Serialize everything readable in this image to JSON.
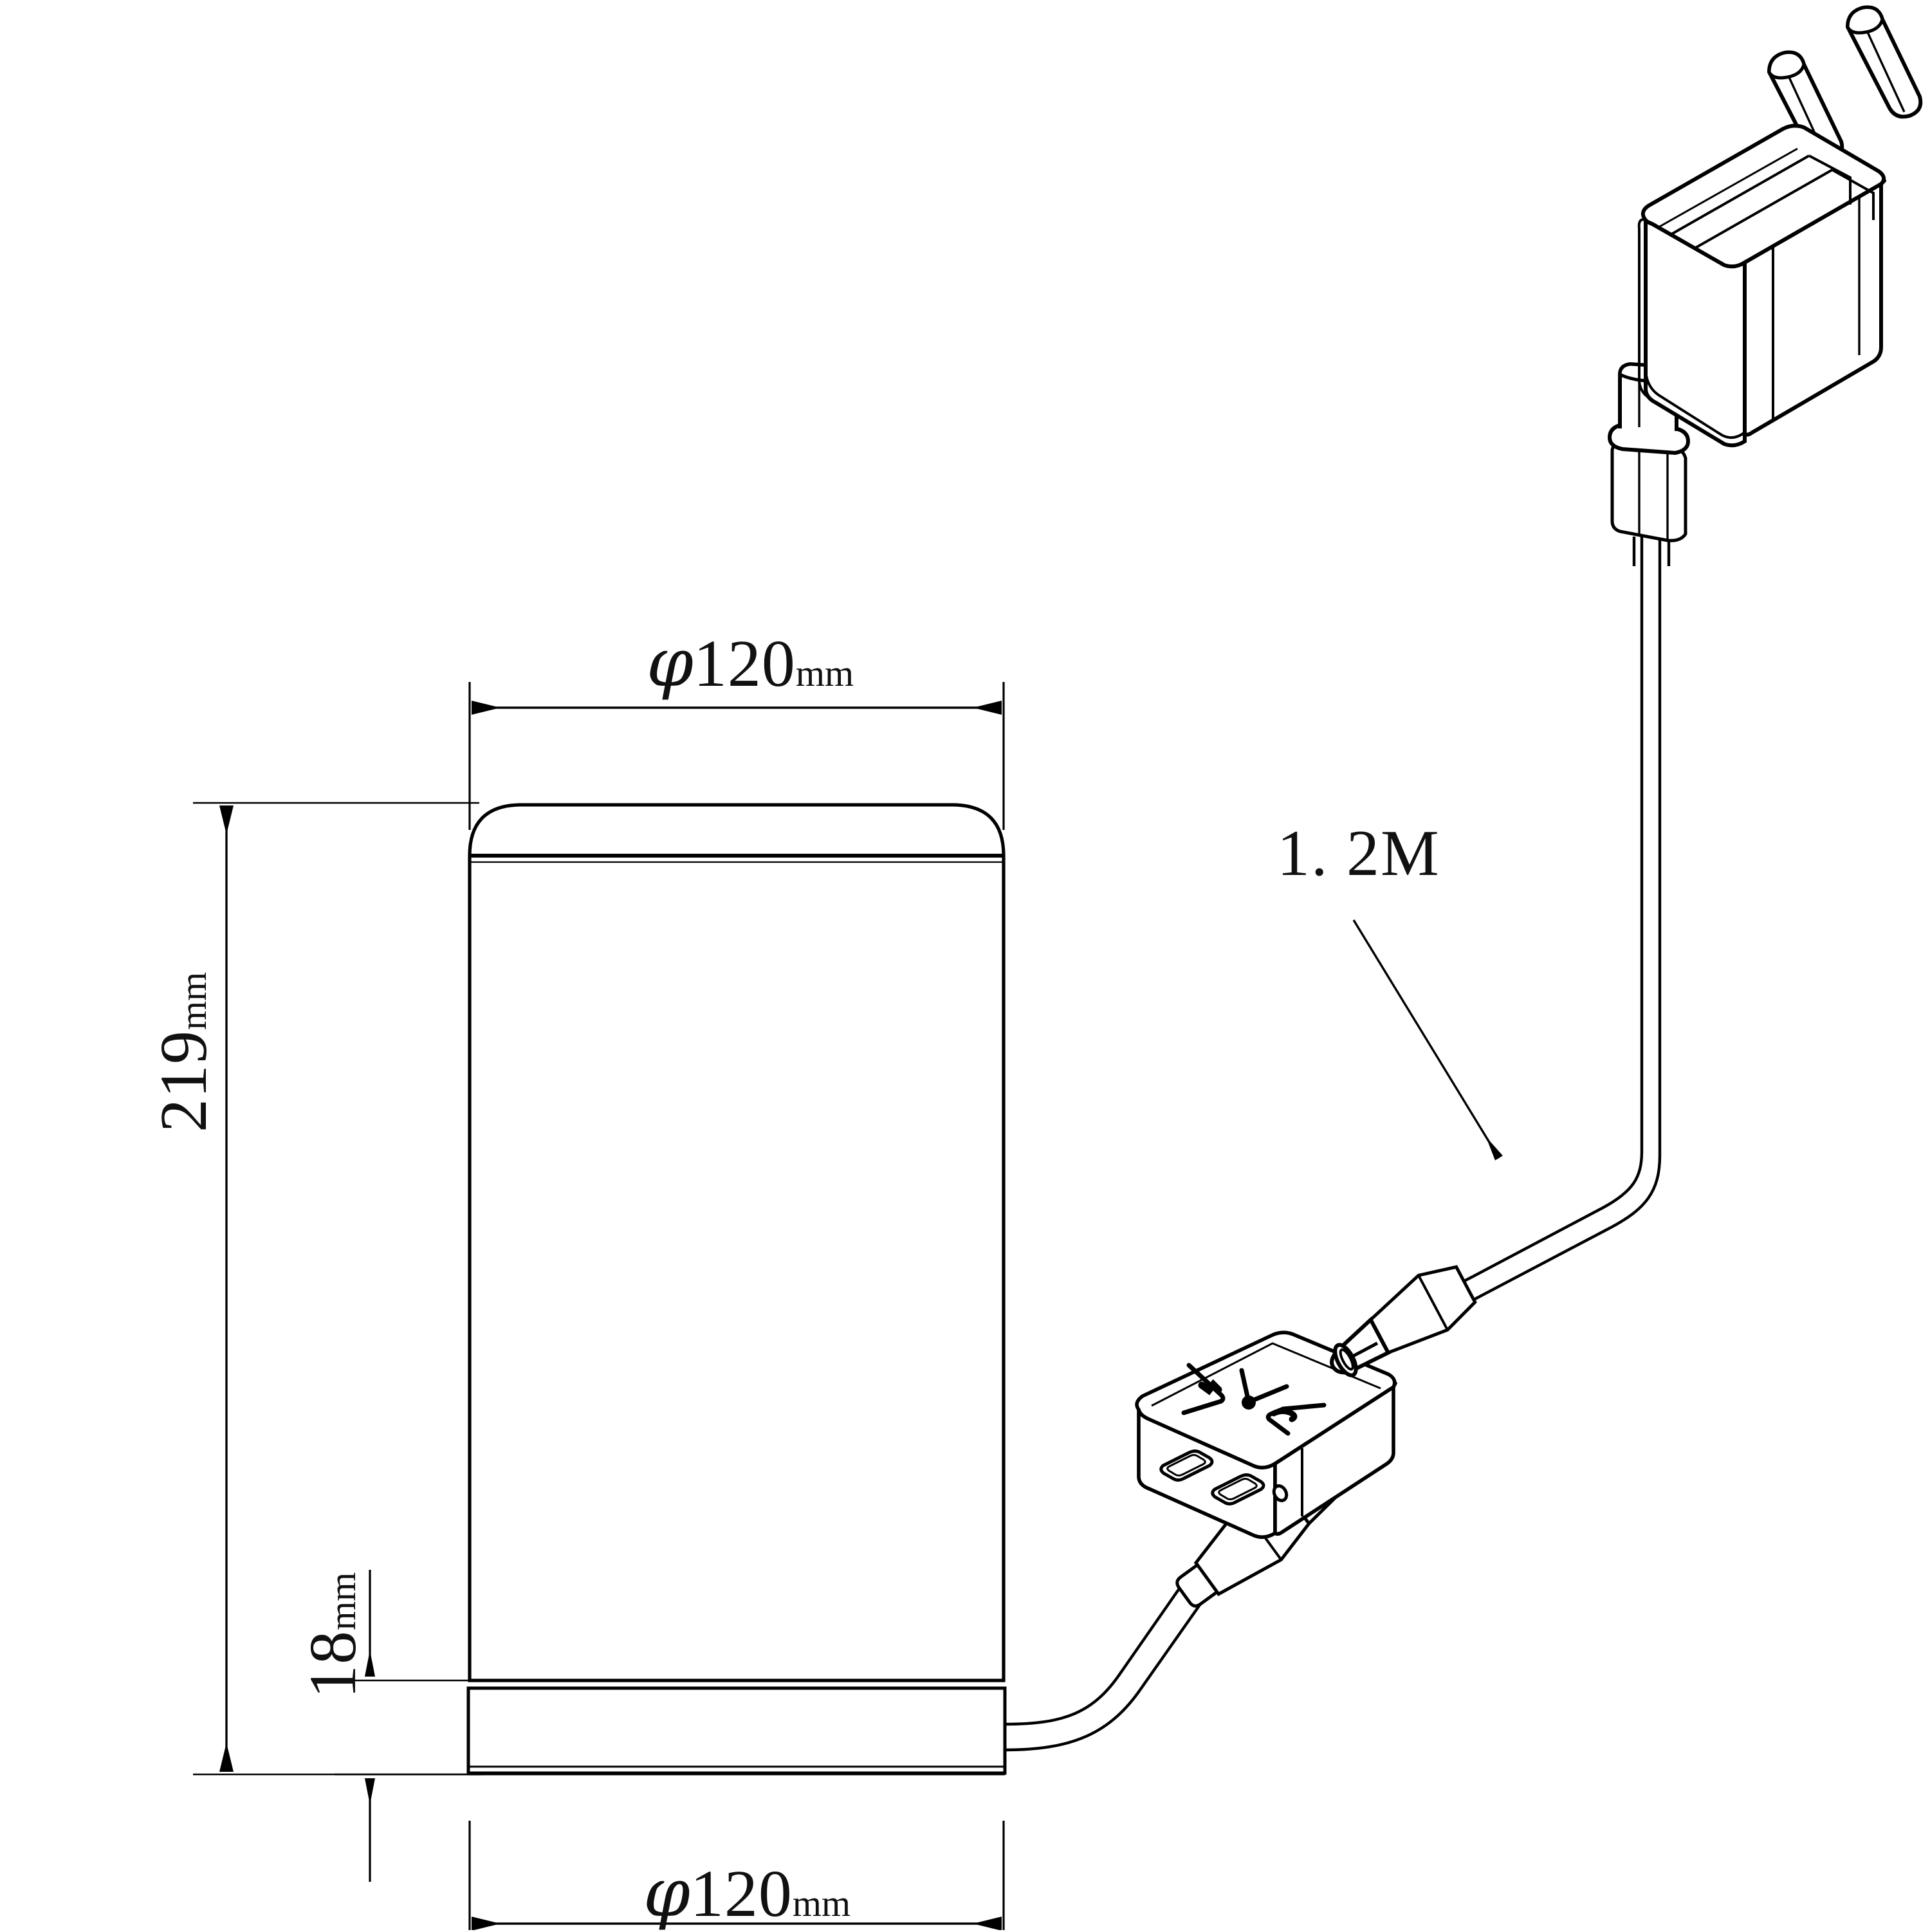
{
  "drawing": {
    "title": "Cylindrical device assembly dimension drawing",
    "units": "mm",
    "line_color": "#000000",
    "background": "#ffffff"
  },
  "dimensions": {
    "top_diameter": {
      "symbol": "φ",
      "value": "120",
      "unit": "mm",
      "full": "φ120mm"
    },
    "bottom_diameter": {
      "symbol": "φ",
      "value": "120",
      "unit": "mm",
      "full": "φ120mm"
    },
    "height": {
      "value": "219",
      "unit": "mm",
      "full": "219mm"
    },
    "base_band": {
      "value": "18",
      "unit": "mm",
      "full": "18mm"
    },
    "cable_length": {
      "value": "1. 2M",
      "full": "1. 2M"
    }
  },
  "parts": {
    "main_body": "cylindrical-device",
    "base_band": "device-base-ring",
    "device_cable": "device-usb-c-cable",
    "hub": "usb-c-power-hub",
    "hub_ports": [
      "usb-c-port-1",
      "usb-c-port-2"
    ],
    "hub_led": "status-led",
    "wall_adapter": "eu-wall-power-adapter",
    "adapter_pins": [
      "pin-left",
      "pin-right"
    ],
    "adapter_cable": "adapter-usb-c-cable"
  }
}
